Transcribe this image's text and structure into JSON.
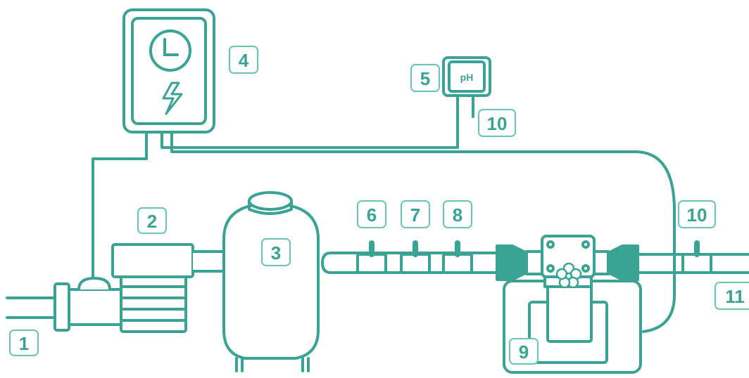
{
  "colors": {
    "line": "#3aa393",
    "fill": "#ffffff",
    "accent": "#3aa393"
  },
  "labels": {
    "n1": "1",
    "n2": "2",
    "n3": "3",
    "n4": "4",
    "n5": "5",
    "n6": "6",
    "n7": "7",
    "n8": "8",
    "n9": "9",
    "n10a": "10",
    "n10b": "10",
    "n11": "11"
  },
  "ph_label": "pH",
  "icons": {
    "controller_clock": "clock-icon",
    "controller_power": "lightning-icon",
    "chlorinator_cell": "flower-icon"
  }
}
